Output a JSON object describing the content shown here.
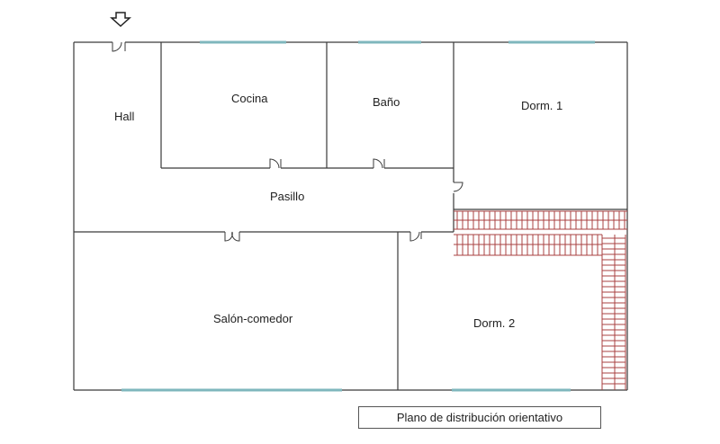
{
  "rooms": {
    "hall": "Hall",
    "cocina": "Cocina",
    "bano": "Baño",
    "dorm1": "Dorm. 1",
    "pasillo": "Pasillo",
    "salon": "Salón-comedor",
    "dorm2": "Dorm. 2"
  },
  "caption": "Plano de distribución orientativo",
  "icons": {
    "entrance": "entrance-arrow-icon"
  },
  "colors": {
    "wall": "#3a3a3a",
    "window": "#7fb7bd",
    "stairs": "#a84040",
    "background": "#ffffff"
  }
}
